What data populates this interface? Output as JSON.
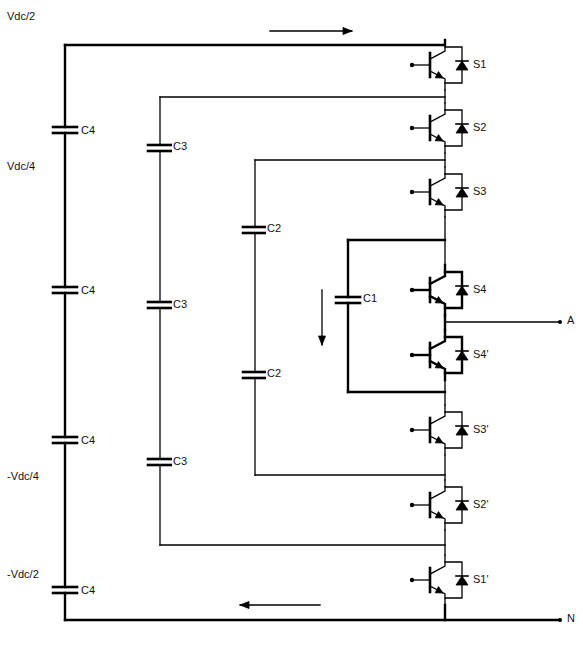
{
  "diagram": {
    "labels": [
      "Vdc/2",
      "C4",
      "Vdc/4",
      "C3",
      "C2",
      "C4",
      "C3",
      "C1",
      "C2",
      "C4",
      "C3",
      "-Vdc/4",
      "C4",
      "-Vdc/2",
      "S1",
      "S2",
      "S3",
      "S4",
      "S4'",
      "S3'",
      "S2'",
      "S1'",
      "A",
      "N"
    ]
  }
}
